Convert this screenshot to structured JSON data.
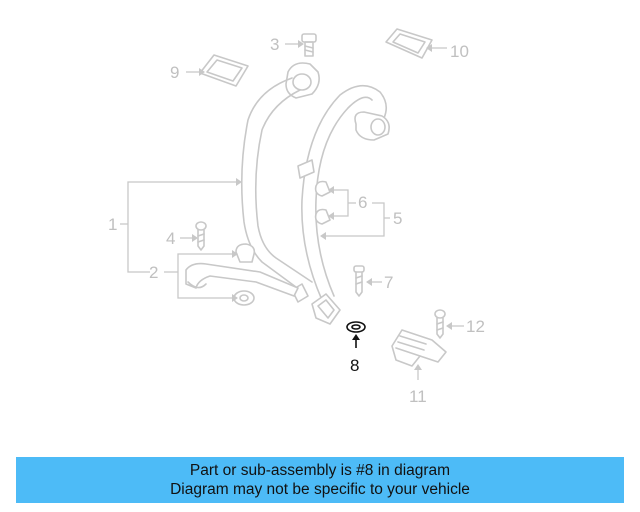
{
  "callouts": {
    "c1": "1",
    "c2": "2",
    "c3": "3",
    "c4": "4",
    "c5": "5",
    "c6": "6",
    "c7": "7",
    "c8": "8",
    "c9": "9",
    "c10": "10",
    "c11": "11",
    "c12": "12"
  },
  "highlighted_part": "8",
  "colors": {
    "banner_bg": "#4dbbf7",
    "part_lines": "#c8c8c8",
    "highlight": "#111111"
  },
  "banner": {
    "line1": "Part or sub-assembly is #8 in diagram",
    "line2": "Diagram may not be specific to your vehicle"
  }
}
